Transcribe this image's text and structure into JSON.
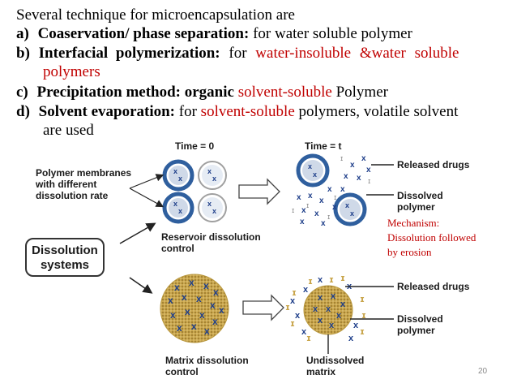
{
  "heading": "Several technique for microencapsulation are",
  "items": [
    {
      "marker": "a)",
      "title": "Coaservation/ phase separation:",
      "rest": " for water soluble polymer"
    },
    {
      "marker": "b)",
      "title": "Interfacial polymerization:",
      "rest_black": " for ",
      "rest_red": "water-insoluble &water soluble",
      "line2_red": "polymers"
    },
    {
      "marker": "c)",
      "title": "Precipitation method: organic",
      "rest_red": " solvent-soluble",
      "rest_black": " Polymer"
    },
    {
      "marker": "d)",
      "title": "Solvent evaporation:",
      "rest_black1": " for ",
      "rest_red": "solvent-soluble",
      "rest_black2": " polymers, volatile solvent",
      "line2": "are used"
    }
  ],
  "diagram": {
    "time0": "Time = 0",
    "timet": "Time = t",
    "membranes_label": [
      "Polymer membranes",
      "with different",
      "dissolution rate"
    ],
    "dissolution_systems": [
      "Dissolution",
      "systems"
    ],
    "reservoir": [
      "Reservoir dissolution",
      "control"
    ],
    "matrix": [
      "Matrix dissolution",
      "control"
    ],
    "released_top": "Released drugs",
    "dissolved_top": [
      "Dissolved",
      "polymer"
    ],
    "released_bottom": "Released drugs",
    "dissolved_bottom": [
      "Dissolved",
      "polymer"
    ],
    "undissolved": [
      "Undissolved",
      "matrix"
    ],
    "mechanism": [
      "Mechanism:",
      "Dissolution followed",
      "by erosion"
    ]
  },
  "page_number": "20",
  "colors": {
    "red": "#c00000",
    "circle_blue": "#2f5f9e",
    "drug_blue": "#1f3f8a",
    "polymer_tan": "#c8a44a",
    "matrix_tan": "#c9a64d"
  }
}
